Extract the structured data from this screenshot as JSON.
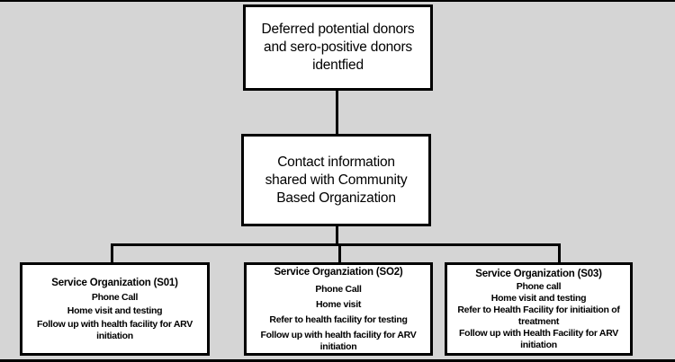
{
  "diagram": {
    "background_color": "#d5d5d5",
    "line_color": "#000000",
    "node_fill_color": "#ffffff",
    "nodes": {
      "top": {
        "lines": [
          "Deferred potential donors",
          "and sero-positive donors",
          "identfied"
        ]
      },
      "middle": {
        "lines": [
          "Contact information",
          "shared with Community",
          "Based Organization"
        ]
      },
      "so1": {
        "title": "Service Organization (S01)",
        "lines": [
          "Phone Call",
          "Home visit and testing",
          "Follow up with health facility for ARV",
          "initiation"
        ]
      },
      "so2": {
        "title": "Service Organziation (SO2)",
        "lines": [
          "Phone Call",
          "Home visit",
          "Refer to health facility for testing",
          "Follow up with health facility for ARV",
          "initiation"
        ]
      },
      "so3": {
        "title": "Service Organization (S03)",
        "lines": [
          "Phone call",
          "Home visit and testing",
          "Refer to Health Facility for initiaition of",
          "treatment",
          "Follow up with Health Facility for ARV",
          "initiation"
        ]
      }
    }
  }
}
